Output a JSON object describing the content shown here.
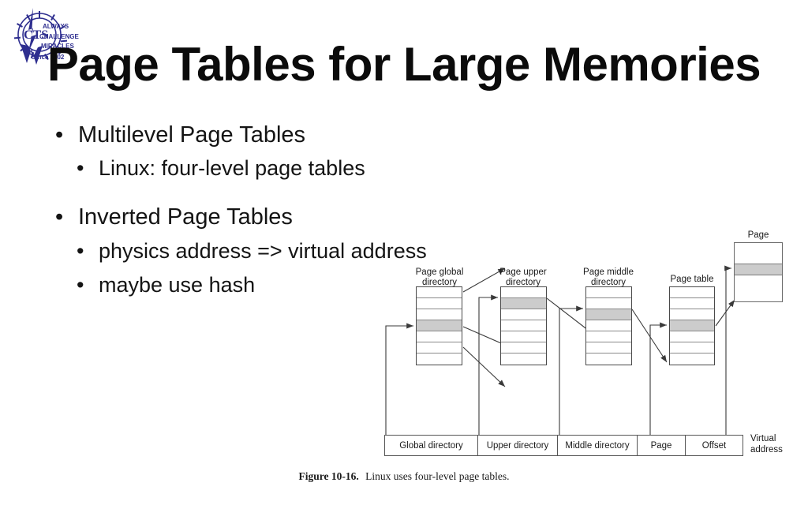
{
  "slide": {
    "title": "Page Tables for Large Memories",
    "logo": {
      "name": "cts-always-challenge-miracles-logo",
      "line1": "ALWAYS",
      "line2": "CHALLENGE",
      "line3": "MIRACLES",
      "line4": "Since 2002",
      "monogram": "CTS",
      "color": "#2e2e8f"
    },
    "bullets": [
      {
        "level": 1,
        "marker": "•",
        "text": "Multilevel Page Tables"
      },
      {
        "level": 2,
        "marker": "•",
        "text": "Linux: four-level page tables"
      },
      {
        "level": 1,
        "marker": "•",
        "text": "Inverted Page Tables"
      },
      {
        "level": 2,
        "marker": "•",
        "text": "physics address => virtual address"
      },
      {
        "level": 2,
        "marker": "•",
        "text": "maybe use hash"
      }
    ]
  },
  "figure": {
    "caption_label": "Figure 10-16.",
    "caption_text": "Linux uses four-level page tables.",
    "virtual_address_label_line1": "Virtual",
    "virtual_address_label_line2": "address",
    "rows_per_table": 7,
    "highlight_color": "#cccccc",
    "columns": [
      {
        "label_line1": "Page global",
        "label_line2": "directory",
        "highlight_row": 3
      },
      {
        "label_line1": "Page upper",
        "label_line2": "directory",
        "highlight_row": 1
      },
      {
        "label_line1": "Page middle",
        "label_line2": "directory",
        "highlight_row": 2
      },
      {
        "label_line1": "Page table",
        "label_line2": "",
        "highlight_row": 3
      }
    ],
    "page_box": {
      "label": "Page",
      "band_present": true
    },
    "address_fields": [
      {
        "name": "Global directory",
        "width": 118
      },
      {
        "name": "Upper directory",
        "width": 101
      },
      {
        "name": "Middle directory",
        "width": 101
      },
      {
        "name": "Page",
        "width": 61
      },
      {
        "name": "Offset",
        "width": 72
      }
    ]
  }
}
